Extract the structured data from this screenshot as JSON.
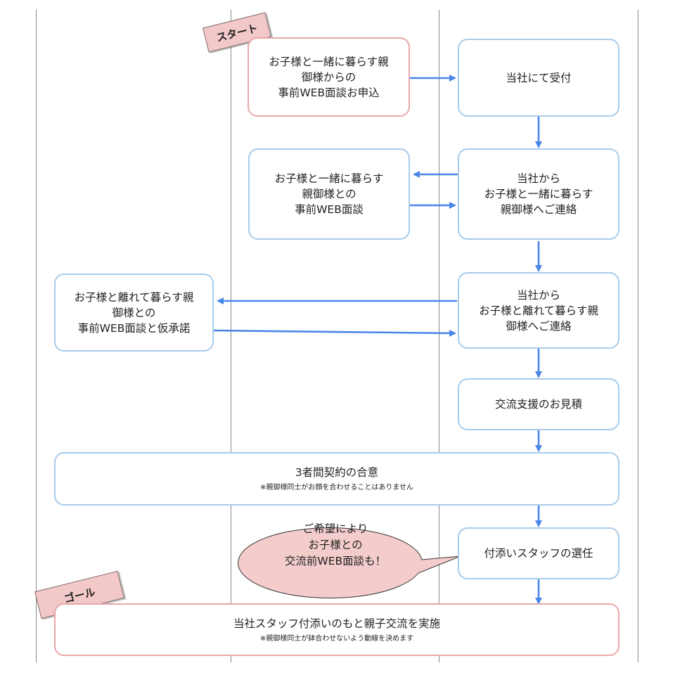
{
  "start_tag": "スタート",
  "goal_tag": "ゴール",
  "nodes": {
    "application": "お子様と一緒に暮らす親\n御様からの\n事前WEB面談お申込",
    "reception": "当社にて受付",
    "contact_living": "当社から\nお子様と一緒に暮らす\n親御様へご連絡",
    "interview_living": "お子様と一緒に暮らす\n親御様との\n事前WEB面談",
    "contact_separated": "当社から\nお子様と離れて暮らす親\n御様へご連絡",
    "interview_separated": "お子様と離れて暮らす親\n御様との\n事前WEB面談と仮承諾",
    "estimate": "交流支援のお見積",
    "agreement": "3者間契約の合意",
    "agreement_note": "※親御様同士がお顔を合わせることはありません",
    "staff_selection": "付添いスタッフの選任",
    "exchange": "当社スタッフ付添いのもと親子交流を実施",
    "exchange_note": "※親御様同士が鉢合わせないよう動線を決めます"
  },
  "speech_bubble": "ご希望により\nお子様との\n交流前WEB面談も！",
  "colors": {
    "box_border_blue": "#a9cbe8",
    "box_border_pink": "#e8a7aa",
    "arrow_blue": "#4a86e8",
    "tag_fill": "#f3c8c8",
    "bubble_fill": "#f4cccc"
  }
}
